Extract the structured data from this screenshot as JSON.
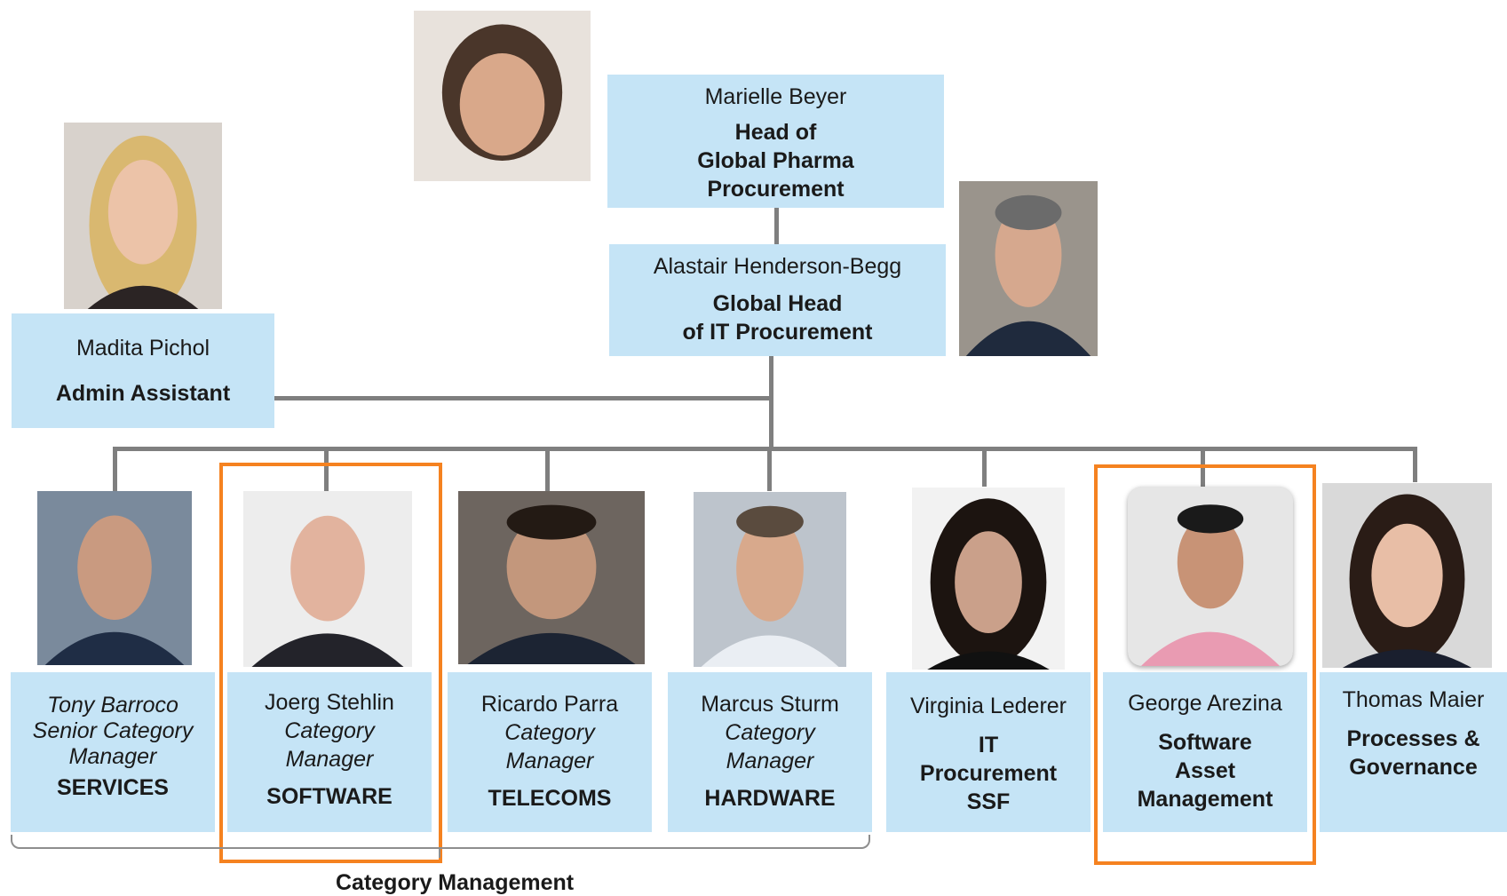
{
  "top": {
    "head": {
      "name": "Marielle Beyer",
      "role_lines": [
        "Head of",
        "Global Pharma",
        "Procurement"
      ]
    },
    "it_head": {
      "name": "Alastair Henderson-Begg",
      "role_lines": [
        "Global Head",
        "of IT Procurement"
      ]
    },
    "assistant": {
      "name": "Madita Pichol",
      "role": "Admin Assistant"
    }
  },
  "team": [
    {
      "name": "Tony Barroco",
      "subtitle_lines": [
        "Senior Category",
        "Manager"
      ],
      "area_lines": [
        "SERVICES"
      ],
      "name_italic": true
    },
    {
      "name": "Joerg Stehlin",
      "subtitle_lines": [
        "Category",
        "Manager"
      ],
      "area_lines": [
        "SOFTWARE"
      ]
    },
    {
      "name": "Ricardo Parra",
      "subtitle_lines": [
        "Category",
        "Manager"
      ],
      "area_lines": [
        "TELECOMS"
      ]
    },
    {
      "name": "Marcus Sturm",
      "subtitle_lines": [
        "Category",
        "Manager"
      ],
      "area_lines": [
        "HARDWARE"
      ]
    },
    {
      "name": "Virginia Lederer",
      "area_lines": [
        "IT",
        "Procurement",
        "SSF"
      ]
    },
    {
      "name": "George Arezina",
      "area_lines": [
        "Software",
        "Asset",
        "Management"
      ]
    },
    {
      "name": "Thomas Maier",
      "area_lines": [
        "Processes &",
        "Governance"
      ]
    }
  ],
  "group_label": "Category Management",
  "colors": {
    "box": "#c5e4f6",
    "connector": "#7f7f7f",
    "highlight": "#f58220"
  }
}
